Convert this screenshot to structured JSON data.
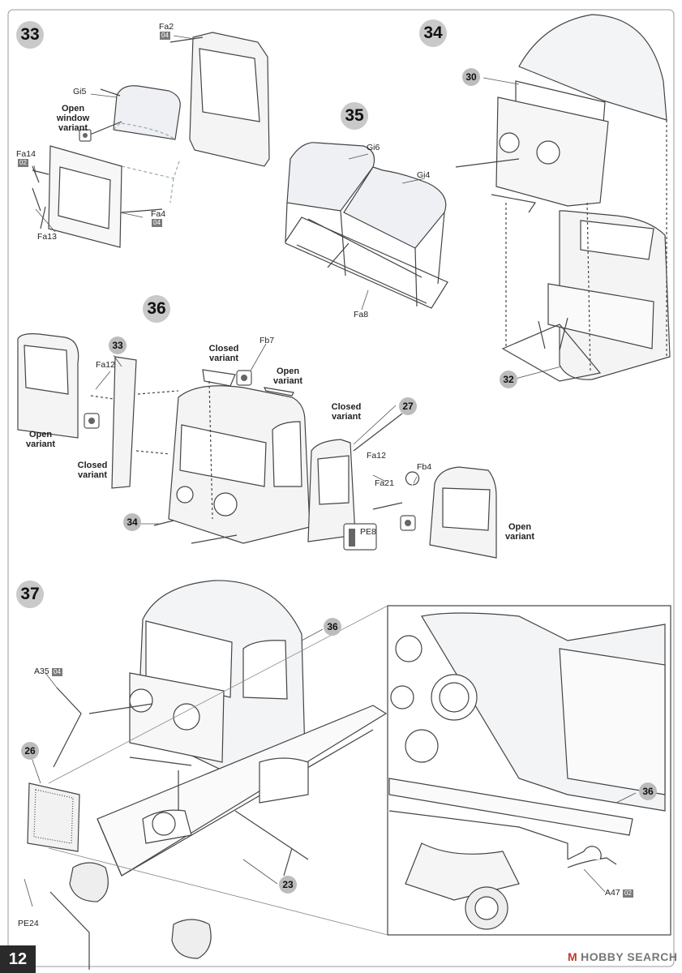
{
  "page_number": "12",
  "watermark": "HOBBY SEARCH",
  "watermark_logo": "M",
  "steps": {
    "s33": "33",
    "s34": "34",
    "s35": "35",
    "s36": "36",
    "s37": "37"
  },
  "callouts": {
    "c30": "30",
    "c32": "32",
    "c33": "33",
    "c27": "27",
    "c34": "34",
    "c36a": "36",
    "c26": "26",
    "c23": "23",
    "c36b": "36"
  },
  "parts": {
    "fa2": "Fa2",
    "gi5": "Gi5",
    "fa14": "Fa14",
    "fa4": "Fa4",
    "fa13": "Fa13",
    "gi6": "Gi6",
    "gi4": "Gi4",
    "fa8": "Fa8",
    "fb7": "Fb7",
    "fa12a": "Fa12",
    "fa12b": "Fa12",
    "fa21": "Fa21",
    "fb4": "Fb4",
    "pe8": "PE8",
    "a35": "A35",
    "a47": "A47",
    "pe24": "PE24"
  },
  "sprue_numbers": {
    "fa2": "04",
    "fa14": "02",
    "fa4": "04",
    "a35": "04",
    "a47": "02"
  },
  "variants": {
    "open_window": "Open\nwindow\nvariant",
    "open_left": "Open\nvariant",
    "closed_left": "Closed\nvariant",
    "closed_top": "Closed\nvariant",
    "open_top": "Open\nvariant",
    "closed_right": "Closed\nvariant",
    "open_right": "Open\nvariant"
  },
  "colors": {
    "step_badge": "#c9c9c9",
    "page_tab": "#2a2a2a",
    "line": "#444444"
  }
}
